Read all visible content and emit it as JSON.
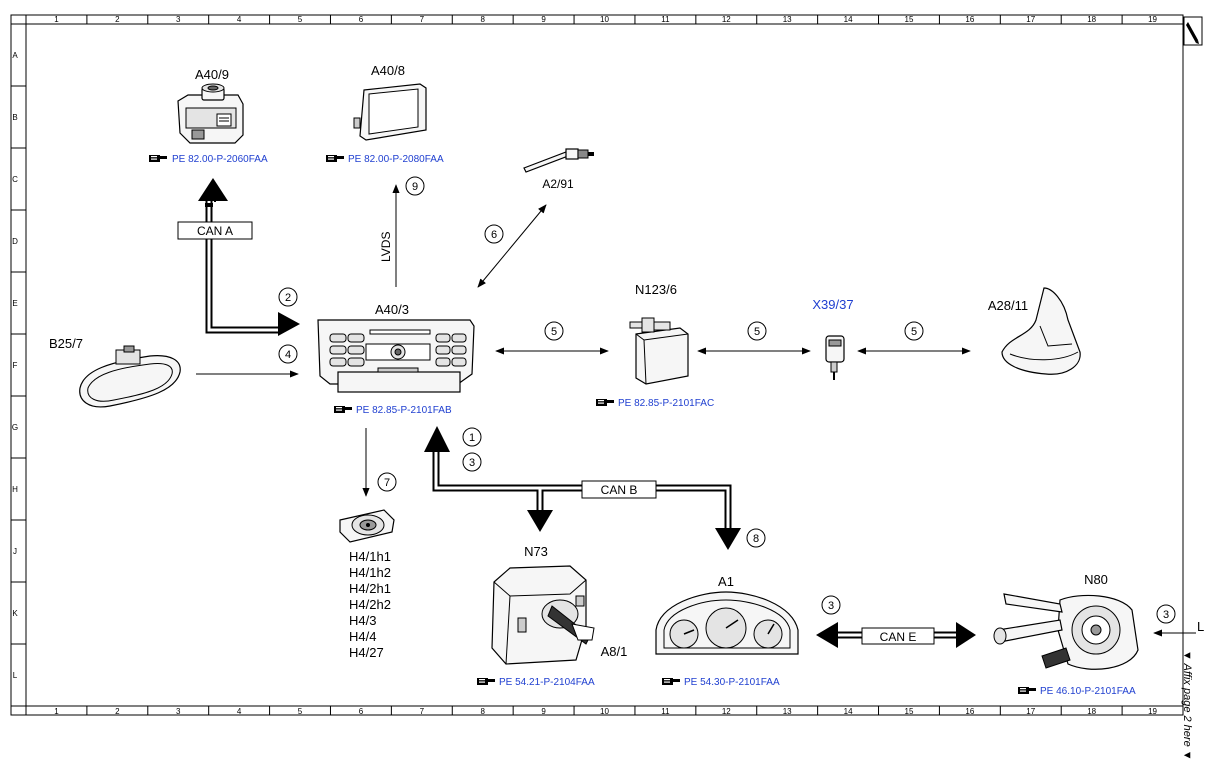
{
  "grid": {
    "columns": [
      "1",
      "2",
      "3",
      "4",
      "5",
      "6",
      "7",
      "8",
      "9",
      "10",
      "11",
      "12",
      "13",
      "14",
      "15",
      "16",
      "17",
      "18",
      "19"
    ],
    "rows": [
      "A",
      "B",
      "C",
      "D",
      "E",
      "F",
      "G",
      "H",
      "J",
      "K",
      "L"
    ]
  },
  "components": {
    "a40_9": {
      "code": "A40/9",
      "ref": "PE 82.00-P-2060FAA"
    },
    "a40_8": {
      "code": "A40/8",
      "ref": "PE 82.00-P-2080FAA"
    },
    "a2_91": {
      "code": "A2/91"
    },
    "a40_3": {
      "code": "A40/3",
      "ref": "PE 82.85-P-2101FAB"
    },
    "n123_6": {
      "code": "N123/6",
      "ref": "PE 82.85-P-2101FAC"
    },
    "x39_37": {
      "code": "X39/37"
    },
    "a28_11": {
      "code": "A28/11"
    },
    "b25_7": {
      "code": "B25/7"
    },
    "speakers": {
      "codes": [
        "H4/1h1",
        "H4/1h2",
        "H4/2h1",
        "H4/2h2",
        "H4/3",
        "H4/4",
        "H4/27"
      ]
    },
    "n73": {
      "code": "N73",
      "ref": "PE 54.21-P-2104FAA",
      "key_code": "A8/1"
    },
    "a1": {
      "code": "A1",
      "ref": "PE 54.30-P-2101FAA"
    },
    "n80": {
      "code": "N80",
      "ref": "PE 46.10-P-2101FAA"
    }
  },
  "buses": {
    "can_a": "CAN A",
    "can_b": "CAN B",
    "can_e": "CAN E",
    "lvds": "LVDS"
  },
  "steps": {
    "s1": "1",
    "s2": "2",
    "s3a": "3",
    "s3b": "3",
    "s3c": "3",
    "s4": "4",
    "s5a": "5",
    "s5b": "5",
    "s5c": "5",
    "s6": "6",
    "s7": "7",
    "s8": "8",
    "s9": "9"
  },
  "side": {
    "affix_note": "▼ Affix page 2 here ▼",
    "connector_letter": "L"
  },
  "colors": {
    "reference_link": "#1f3fd0",
    "line": "#000000",
    "highlight_code": "#1f3fd0"
  },
  "icons": {
    "reference": "pointing-hand-icon",
    "corner": "pencil-edit-icon"
  }
}
